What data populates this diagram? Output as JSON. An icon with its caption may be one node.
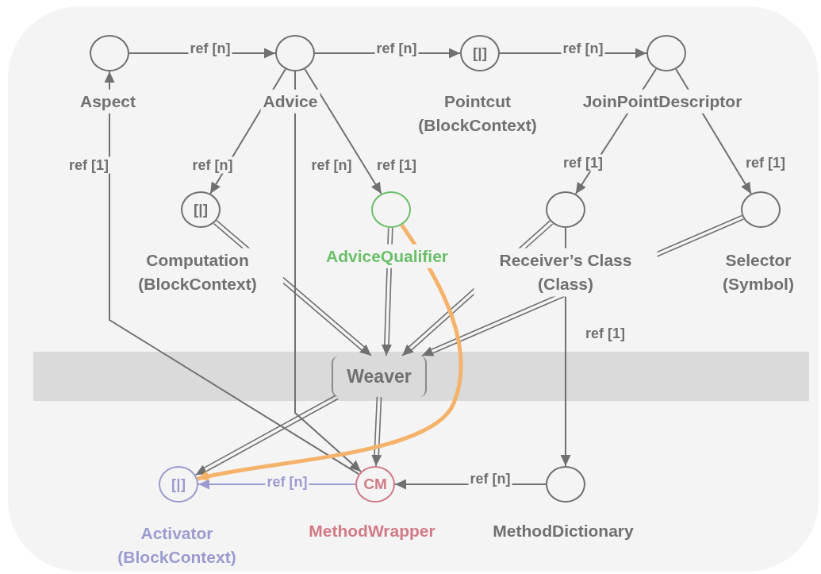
{
  "diagram": {
    "nodes": [
      {
        "text": [],
        "shape": "circle",
        "beside": [
          "Aspect"
        ]
      },
      {
        "text": [],
        "shape": "circle",
        "beside": [
          "Advice"
        ]
      },
      {
        "text": [
          "[|]"
        ],
        "beside": [
          "Pointcut (BlockContext)"
        ]
      },
      {
        "text": [],
        "shape": "circle",
        "beside": [
          "JoinPointDescriptor"
        ]
      },
      {
        "text": [
          "[|]"
        ],
        "beside": [
          "Computation (BlockContext)"
        ]
      },
      {
        "text": [],
        "shape": "circle",
        "beside": [
          "AdviceQualifier"
        ]
      },
      {
        "text": [],
        "shape": "circle",
        "beside": [
          "Receiver’s Class (Class)"
        ]
      },
      {
        "text": [],
        "shape": "circle",
        "beside": [
          "Selector (Symbol)"
        ]
      },
      {
        "text": [
          "Weaver"
        ]
      },
      {
        "text": [
          "[|]"
        ],
        "beside": [
          "Activator (BlockContext)"
        ]
      },
      {
        "text": [
          "CM"
        ],
        "beside": [
          "MethodWrapper"
        ]
      },
      {
        "text": [],
        "shape": "circle",
        "beside": [
          "MethodDictionary"
        ]
      }
    ],
    "edges": [
      {
        "from": 0,
        "to": 1,
        "arrow": "to",
        "label": "ref [n]"
      },
      {
        "from": 1,
        "to": 2,
        "arrow": "to",
        "label": "ref [n]"
      },
      {
        "from": 2,
        "to": 3,
        "arrow": "to",
        "label": "ref [n]"
      },
      {
        "from": 1,
        "to": 4,
        "arrow": "to",
        "label": "ref [n]"
      },
      {
        "from": 1,
        "to": 5,
        "arrow": "to",
        "label": "ref [1]"
      },
      {
        "from": 1,
        "to": 10,
        "arrow": "to",
        "label": "ref [n]"
      },
      {
        "from": 3,
        "to": 6,
        "arrow": "to",
        "label": "ref [1]"
      },
      {
        "from": 3,
        "to": 7,
        "arrow": "to",
        "label": "ref [1]"
      },
      {
        "from": 10,
        "to": 0,
        "arrow": "to",
        "label": "ref [1]"
      },
      {
        "from": 6,
        "to": 11,
        "arrow": "to",
        "label": "ref [1]"
      },
      {
        "from": 11,
        "to": 10,
        "arrow": "to",
        "label": "ref [n]"
      },
      {
        "from": 10,
        "to": 9,
        "arrow": "to",
        "label": "ref [n]",
        "color": "#9b9bd0"
      },
      {
        "from": 4,
        "to": 8,
        "arrow": "to"
      },
      {
        "from": 5,
        "to": 8,
        "arrow": "to"
      },
      {
        "from": 6,
        "to": 8,
        "arrow": "to"
      },
      {
        "from": 7,
        "to": 8,
        "arrow": "to"
      },
      {
        "from": 8,
        "to": 9,
        "arrow": "to"
      },
      {
        "from": 8,
        "to": 10,
        "arrow": "to"
      },
      {
        "from": 5,
        "to": 9,
        "arrow": "to",
        "style": "thick",
        "color": "#f5b26b"
      }
    ]
  }
}
